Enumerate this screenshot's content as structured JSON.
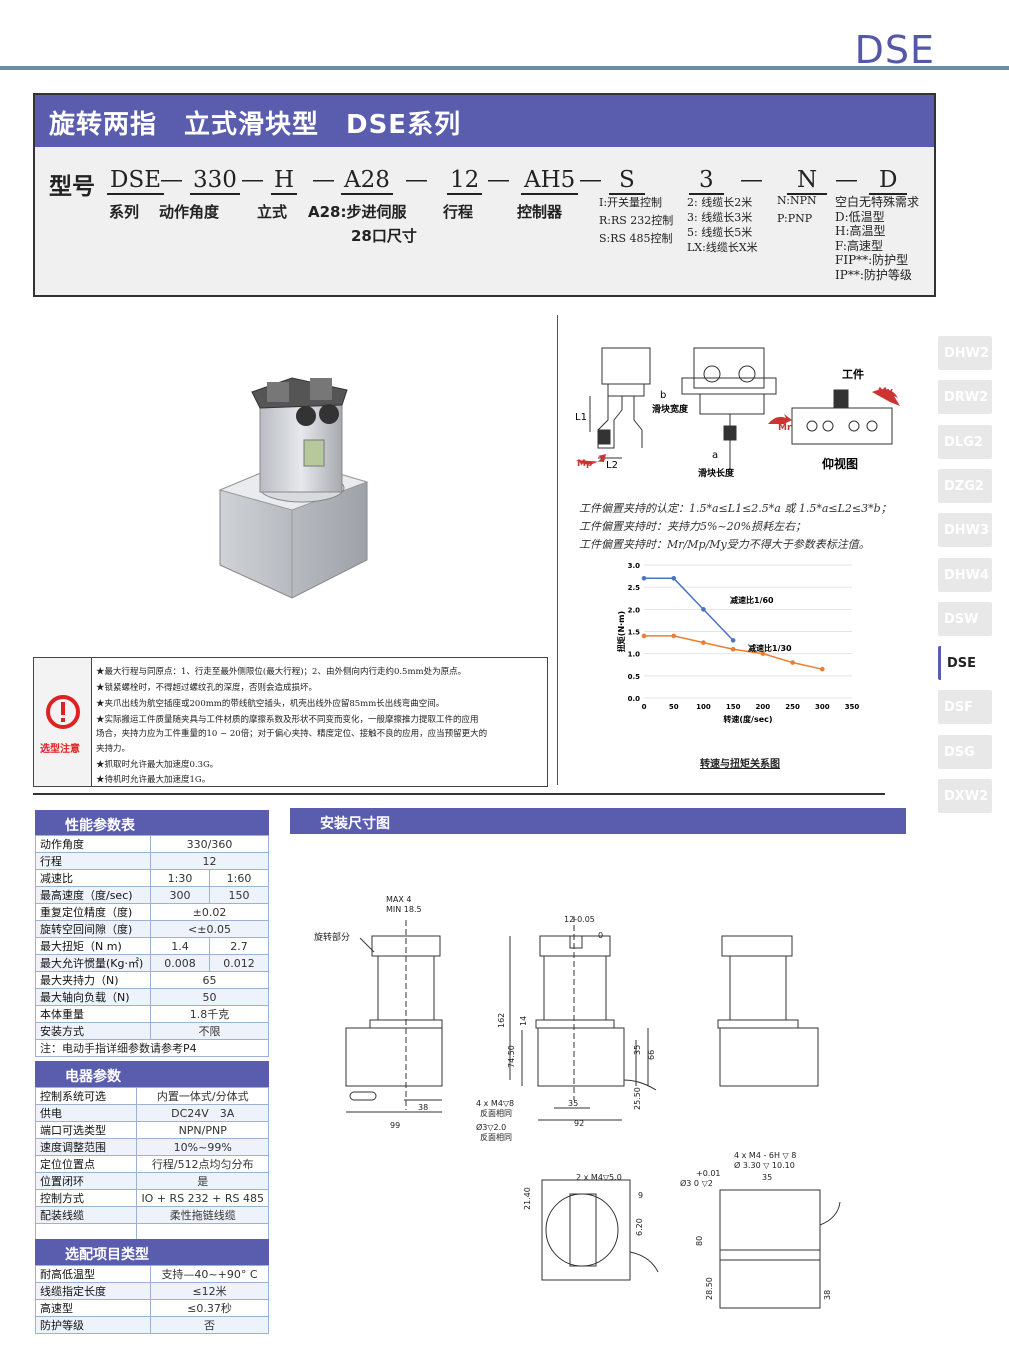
{
  "brand": "DSE",
  "title": "旋转两指　立式滑块型　DSE系列",
  "model": {
    "prefix": "型号",
    "series": "DSE",
    "angle": "330",
    "type": "H",
    "servo": "A28",
    "stroke": "12",
    "ctrl": "AH5",
    "io": "S",
    "cable": "3",
    "npn": "N",
    "opt": "D",
    "dash": "—"
  },
  "labels": {
    "series": "系列",
    "angle": "动作角度",
    "type": "立式",
    "servo": "A28:步进伺服",
    "servo2": "28口尺寸",
    "stroke": "行程",
    "ctrl": "控制器"
  },
  "io_opts": [
    "I:开关量控制",
    "R:RS 232控制",
    "S:RS 485控制"
  ],
  "cable_opts": [
    "2: 线缆长2米",
    "3: 线缆长3米",
    "5: 线缆长5米",
    "LX:线缆长X米"
  ],
  "npn_opts": [
    "N:NPN",
    "P:PNP"
  ],
  "opt_opts": [
    "空白无特殊需求",
    "D:低温型",
    "H:高温型",
    "F:高速型",
    "FIP**:防护型",
    "IP**:防护等级"
  ],
  "tabs": [
    "DHW2",
    "DRW2",
    "DLG2",
    "DZG2",
    "DHW3",
    "DHW4",
    "DSW",
    "DSE",
    "DSF",
    "DSG",
    "DXW2"
  ],
  "active_tab": "DSE",
  "diagram": {
    "workpiece": "工件",
    "view": "仰视图",
    "slide_w": "滑块宽度",
    "slide_l": "滑块长度",
    "L1": "L1",
    "L2": "L2",
    "a": "a",
    "b": "b",
    "Mp": "Mp",
    "Mr": "Mr",
    "My": "My"
  },
  "captions": [
    "工件偏置夹持的认定：1.5*a≤L1≤2.5*a 或 1.5*a≤L2≤3*b；",
    "工件偏置夹持时：夹持力5%~20%损耗左右；",
    "工件偏置夹持时：Mr/Mp/My受力不得大于参数表标注值。"
  ],
  "notes": {
    "label": "选型注意",
    "lines": [
      "★最大行程与同原点：1、行走至最外侧限位(最大行程)；2、由外侧向内行走约0.5mm处为原点。",
      "★锁紧螺栓时，不得超过螺纹孔的深度，否则会造成损坏。",
      "★夹爪出线为航空插座或200mm的带线航空插头，机壳出线外应留85mm长出线弯曲空间。",
      "★实际搬运工件质量随夹具与工件材质的摩擦系数及形状不同变而变化，一般摩擦推力提取工件的应用",
      "场合，夹持力应为工件重量的10 ~ 20倍；对于偏心夹持、精度定位、接触不良的应用，应当预留更大的",
      "夹持力。",
      "★抓取时允许最大加速度0.3G。",
      "★待机时允许最大加速度1G。"
    ]
  },
  "chart_data": {
    "type": "line",
    "title": "转速与扭矩关系图",
    "xlabel": "转速(度/sec)",
    "ylabel": "扭矩(N·m)",
    "xlim": [
      0,
      350
    ],
    "ylim": [
      0,
      3.0
    ],
    "xticks": [
      "0",
      "50",
      "100",
      "150",
      "200",
      "250",
      "300",
      "350"
    ],
    "yticks": [
      "0.0",
      "0.5",
      "1.0",
      "1.5",
      "2.0",
      "2.5",
      "3.0"
    ],
    "series": [
      {
        "name": "减速比1/60",
        "color": "#4a74c4",
        "x": [
          0,
          50,
          100,
          150
        ],
        "y": [
          2.7,
          2.7,
          2.0,
          1.3
        ]
      },
      {
        "name": "减速比1/30",
        "color": "#ed7d31",
        "x": [
          0,
          50,
          100,
          150,
          200,
          250,
          300
        ],
        "y": [
          1.4,
          1.4,
          1.25,
          1.1,
          1.0,
          0.8,
          0.65
        ]
      }
    ]
  },
  "perf": {
    "title": "性能参数表",
    "rows": [
      [
        "动作角度",
        "330/360",
        ""
      ],
      [
        "行程",
        "12",
        ""
      ],
      [
        "减速比",
        "1:30",
        "1:60"
      ],
      [
        "最高速度（度/sec)",
        "300",
        "150"
      ],
      [
        "重复定位精度（度)",
        "±0.02",
        ""
      ],
      [
        "旋转空回间隙（度)",
        "<±0.05",
        ""
      ],
      [
        "最大扭矩（N m)",
        "1.4",
        "2.7"
      ],
      [
        "最大允许惯量(Kg·㎡)",
        "0.008",
        "0.012"
      ],
      [
        "最大夹持力（N)",
        "65",
        ""
      ],
      [
        "最大轴向负载（N)",
        "50",
        ""
      ],
      [
        "本体重量",
        "1.8千克",
        ""
      ],
      [
        "安装方式",
        "不限",
        ""
      ]
    ],
    "note": "注：电动手指详细参数请参考P4"
  },
  "elec": {
    "title": "电器参数",
    "rows": [
      [
        "控制系统可选",
        "内置一体式/分体式"
      ],
      [
        "供电",
        "DC24V　3A"
      ],
      [
        "端口可选类型",
        "NPN/PNP"
      ],
      [
        "速度调整范围",
        "10%~99%"
      ],
      [
        "定位位置点",
        "行程/512点均匀分布"
      ],
      [
        "位置闭环",
        "是"
      ],
      [
        "控制方式",
        "IO + RS 232 + RS 485"
      ],
      [
        "配装线缆",
        "柔性拖链线缆"
      ]
    ]
  },
  "opts": {
    "title": "选配项目类型",
    "rows": [
      [
        "耐高低温型",
        "支持—40~+90° C"
      ],
      [
        "线缆指定长度",
        "≤12米"
      ],
      [
        "高速型",
        "≤0.37秒"
      ],
      [
        "防护等级",
        "否"
      ]
    ]
  },
  "install": {
    "title": "安装尺寸图",
    "rot": "旋转部分",
    "max": "MAX 4",
    "min": "MIN 18.5",
    "d12": "12-0.05",
    "d0": "0",
    "d162": "162",
    "d14": "14",
    "d74": "74.50",
    "d35": "35",
    "d66": "66",
    "d25": "25.50",
    "d38": "38",
    "d99": "99",
    "d35b": "35",
    "d92": "92",
    "m4a": "4 x M4▽8",
    "m4b": "反面相同",
    "phi": "Ø3▽2.0",
    "phib": "反面相同",
    "m4c": "2 x M4▽5.0",
    "d9": "9",
    "d21": "21.40",
    "d6": "6.20",
    "m4d": "4 x M4 - 6H ▽ 8",
    "phi2": "Ø 3.30 ▽ 10.10",
    "phi3": "Ø3  0   ▽2",
    "d001": "+0.01",
    "d35c": "35",
    "d80": "80",
    "d28": "28.50",
    "d38b": "38"
  }
}
